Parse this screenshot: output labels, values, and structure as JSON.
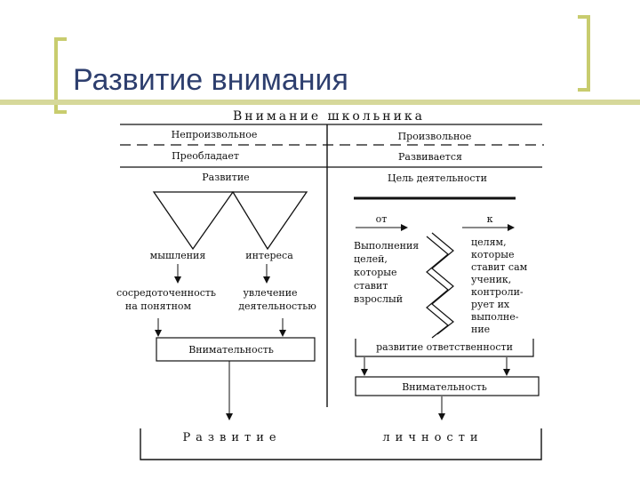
{
  "slide": {
    "title": "Развитие внимания"
  },
  "diagram": {
    "header": "Внимание школьника",
    "left": {
      "involuntary": "Непроизвольное",
      "dominates": "Преобладает",
      "develops": "Развитие",
      "thinking": "мышления",
      "interest": "интереса",
      "focus_line1": "сосредоточенность",
      "focus_line2": "на понятном",
      "passion_line1": "увлечение",
      "passion_line2": "деятельностью",
      "result": "Внимательность"
    },
    "right": {
      "voluntary": "Произвольное",
      "develops": "Развивается",
      "activity_goal": "Цель деятельности",
      "from": "от",
      "to": "к",
      "goals_adult": [
        "Выполнения",
        "целей,",
        "которые",
        "ставит",
        "взрослый"
      ],
      "goals_student": [
        "целям,",
        "которые",
        "ставит сам",
        "ученик,",
        "контроли-",
        "рует их",
        "выполне-",
        "ние"
      ],
      "responsibility": "развитие ответственности",
      "result": "Внимательность"
    },
    "bottom": {
      "development": "Развитие",
      "personality": "личности"
    }
  }
}
